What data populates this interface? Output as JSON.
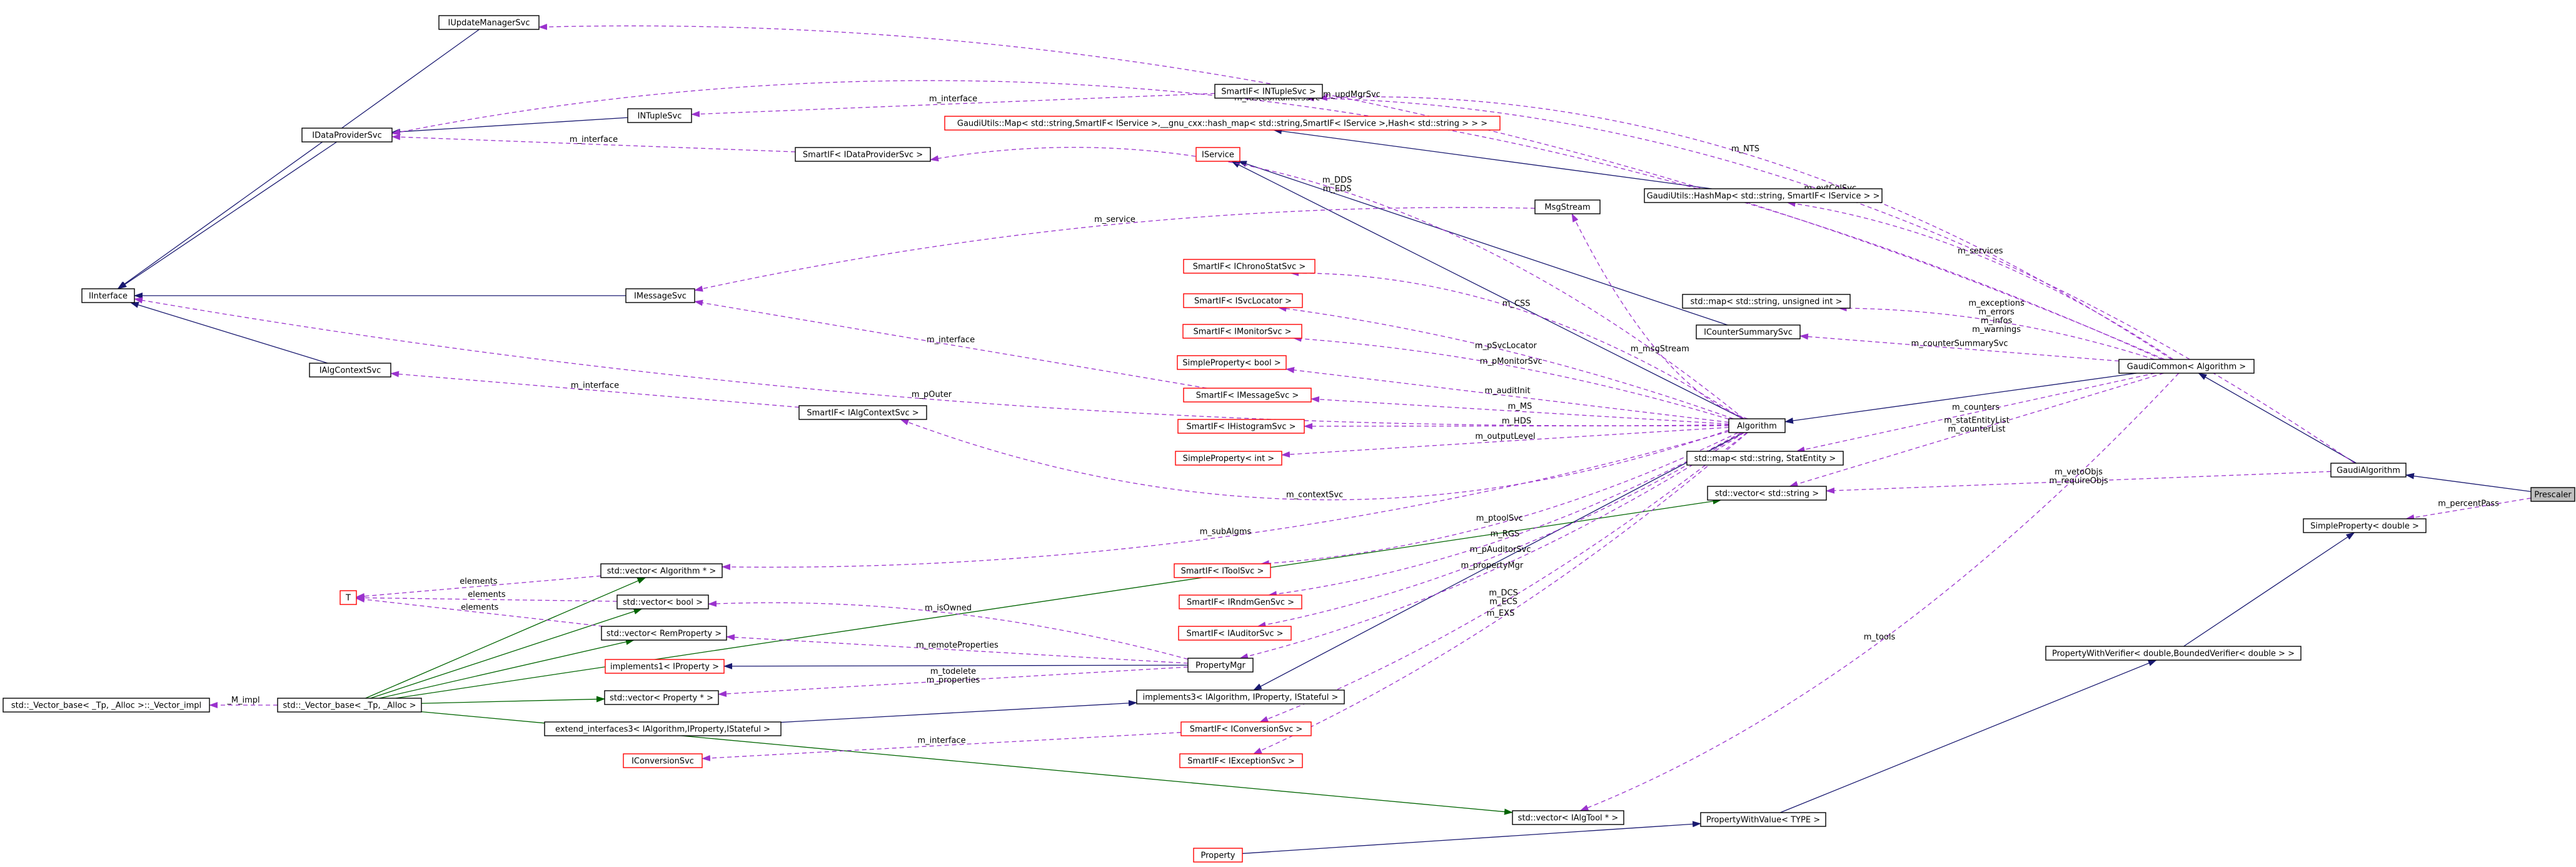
{
  "colors": {
    "node_border": "#000000",
    "node_border_red": "#ff0000",
    "highlight_fill": "#bfbfbf",
    "inherit_edge": "#191970",
    "private_inherit_edge": "#006400",
    "usage_edge": "#9a32cd"
  },
  "nodes": {
    "iupdatemanagersvc": "IUpdateManagerSvc",
    "idataprovidersvc": "IDataProviderSvc",
    "iinterface": "IInterface",
    "intuplesvc": "INTupleSvc",
    "imessagesvc": "IMessageSvc",
    "ialgcontextsvc": "IAlgContextSvc",
    "smartif_intuplesvc": "SmartIF< INTupleSvc >",
    "gaudiutils_map": "GaudiUtils::Map< std::string,SmartIF< IService >,__gnu_cxx::hash_map< std::string,SmartIF< IService >,Hash< std::string > > >",
    "smartif_idataprovidersvc": "SmartIF< IDataProviderSvc >",
    "iservice": "IService",
    "msgstream": "MsgStream",
    "gaudiutils_hashmap": "GaudiUtils::HashMap< std::string, SmartIF< IService > >",
    "smartif_ichronostatsvc": "SmartIF< IChronoStatSvc >",
    "smartif_isvclocator": "SmartIF< ISvcLocator >",
    "smartif_imonitorsvc": "SmartIF< IMonitorSvc >",
    "simpleproperty_bool": "SimpleProperty< bool >",
    "smartif_imessagesvc": "SmartIF< IMessageSvc >",
    "smartif_ihistogramsvc": "SmartIF< IHistogramSvc >",
    "simpleproperty_int": "SimpleProperty< int >",
    "smartif_ialgcontextsvc": "SmartIF< IAlgContextSvc >",
    "std_map_string_uint": "std::map< std::string, unsigned int >",
    "icountersummarysvc": "ICounterSummarySvc",
    "gaudicommon_algorithm": "GaudiCommon< Algorithm >",
    "algorithm": "Algorithm",
    "std_map_string_statentity": "std::map< std::string, StatEntity >",
    "std_vector_string": "std::vector< std::string >",
    "gaudialgorithm": "GaudiAlgorithm",
    "prescaler": "Prescaler",
    "simpleproperty_double": "SimpleProperty< double >",
    "t_param": "T",
    "std_vector_algorithm_ptr": "std::vector< Algorithm * >",
    "std_vector_bool": "std::vector< bool >",
    "std_vector_remproperty": "std::vector< RemProperty >",
    "implements1_iproperty": "implements1< IProperty >",
    "std_vector_property_ptr": "std::vector< Property * >",
    "vector_base_alloc": "std::_Vector_base< _Tp, _Alloc >::_Vector_impl",
    "vector_base": "std::_Vector_base< _Tp, _Alloc >",
    "smartif_itoolsvc": "SmartIF< IToolSvc >",
    "smartif_irndmgensvc": "SmartIF< IRndmGenSvc >",
    "smartif_iauditorsvc": "SmartIF< IAuditorSvc >",
    "propertymgr": "PropertyMgr",
    "implements3": "implements3< IAlgorithm, IProperty, IStateful >",
    "extend_interfaces3": "extend_interfaces3< IAlgorithm,IProperty,IStateful >",
    "smartif_iconversionsvc": "SmartIF< IConversionSvc >",
    "iconversionsvc": "IConversionSvc",
    "smartif_iexceptionsvc": "SmartIF< IExceptionSvc >",
    "propertywithverifier": "PropertyWithVerifier< double,BoundedVerifier< double > >",
    "std_vector_ialgtool_ptr": "std::vector< IAlgTool * >",
    "propertywithvalue": "PropertyWithValue< TYPE >",
    "property": "Property"
  },
  "edge_labels": {
    "m_updMgrSvc": "m_updMgrSvc",
    "m_fastContainersSvc": "m_fastContainersSvc",
    "m_interface_ntuple": "m_interface",
    "m_interface_dataprov": "m_interface",
    "m_NTS": "m_NTS",
    "m_DDS_m_EDS": "m_DDS\nm_EDS",
    "m_evtColSvc": "m_evtColSvc",
    "m_service": "m_service",
    "m_CSS": "m_CSS",
    "m_services": "m_services",
    "m_pSvcLocator": "m_pSvcLocator",
    "m_pMonitorSvc": "m_pMonitorSvc",
    "m_interface_msg": "m_interface",
    "m_exceptions": "m_exceptions\nm_errors\nm_infos\nm_warnings",
    "m_counterSummarySvc": "m_counterSummarySvc",
    "m_auditInit": "m_auditInit",
    "m_msgStream": "m_msgStream",
    "m_interface_algctx": "m_interface",
    "m_MS": "m_MS",
    "m_HDS": "m_HDS",
    "m_outputLevel": "m_outputLevel",
    "m_counters": "m_counters",
    "m_pOuter": "m_pOuter",
    "m_statEntityList": "m_statEntityList\nm_counterList",
    "m_vetoObjs": "m_vetoObjs\nm_requireObjs",
    "m_contextSvc": "m_contextSvc",
    "m_percentPass": "m_percentPass",
    "m_subAlgms": "m_subAlgms",
    "elements_1": "elements",
    "m_ptoolSvc": "m_ptoolSvc",
    "elements_2": "elements",
    "m_isOwned": "m_isOwned",
    "elements_3": "elements",
    "m_tools": "m_tools",
    "m_RGS": "m_RGS",
    "m_remoteProperties": "m_remoteProperties",
    "m_pAuditorSvc": "m_pAuditorSvc",
    "m_propertyMgr": "m_propertyMgr",
    "m_todelete": "m_todelete\nm_properties",
    "M_impl": "_M_impl",
    "m_DCS_m_ECS": "m_DCS\nm_ECS",
    "m_interface_conv": "m_interface",
    "m_EXS": "m_EXS"
  }
}
